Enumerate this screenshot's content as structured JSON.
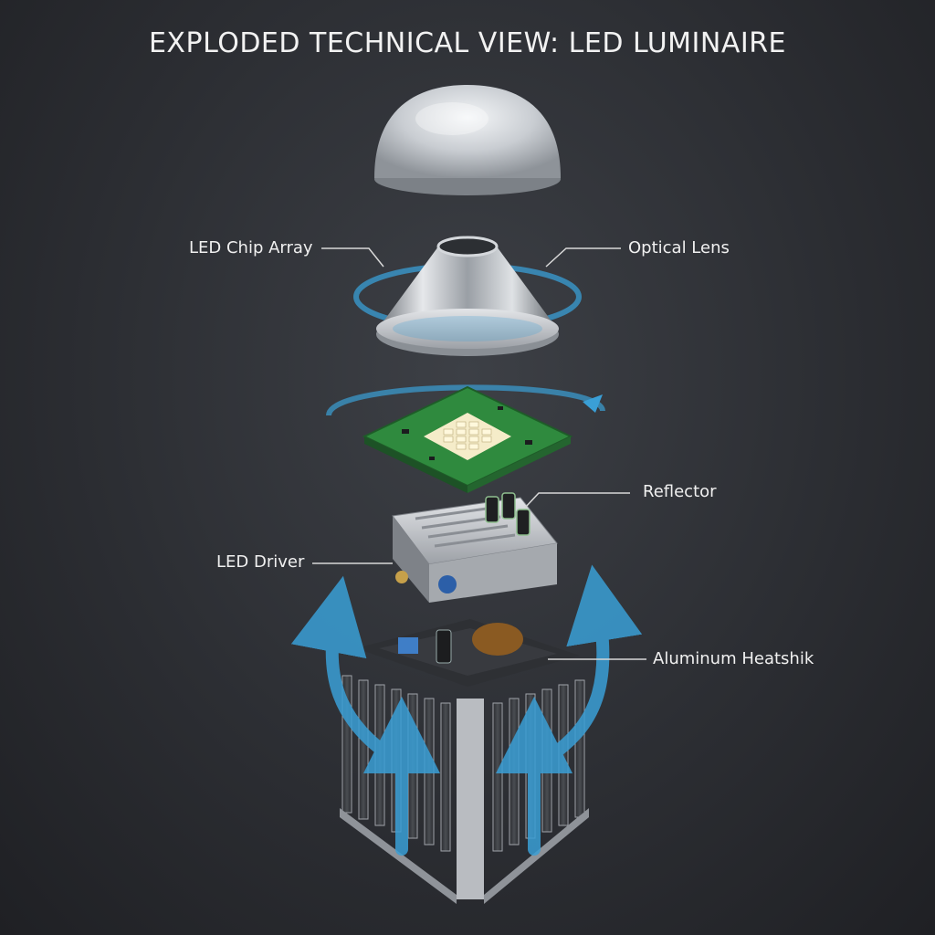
{
  "title": "EXPLODED TECHNICAL VIEW: LED LUMINAIRE",
  "labels": {
    "led_chip_array": "LED Chip Array",
    "optical_lens": "Optical Lens",
    "reflector": "Reflector",
    "led_driver": "LED Driver",
    "aluminum_heatsink": "Aluminum Heatshik"
  },
  "colors": {
    "background": "#2c2e33",
    "airflow_arrow": "#3a9fd6",
    "pcb_green": "#2f8a3e",
    "aluminum": "#b9bcc1"
  },
  "icons": {
    "airflow": "airflow-arrow-icon",
    "rotation": "rotation-ring-icon"
  }
}
